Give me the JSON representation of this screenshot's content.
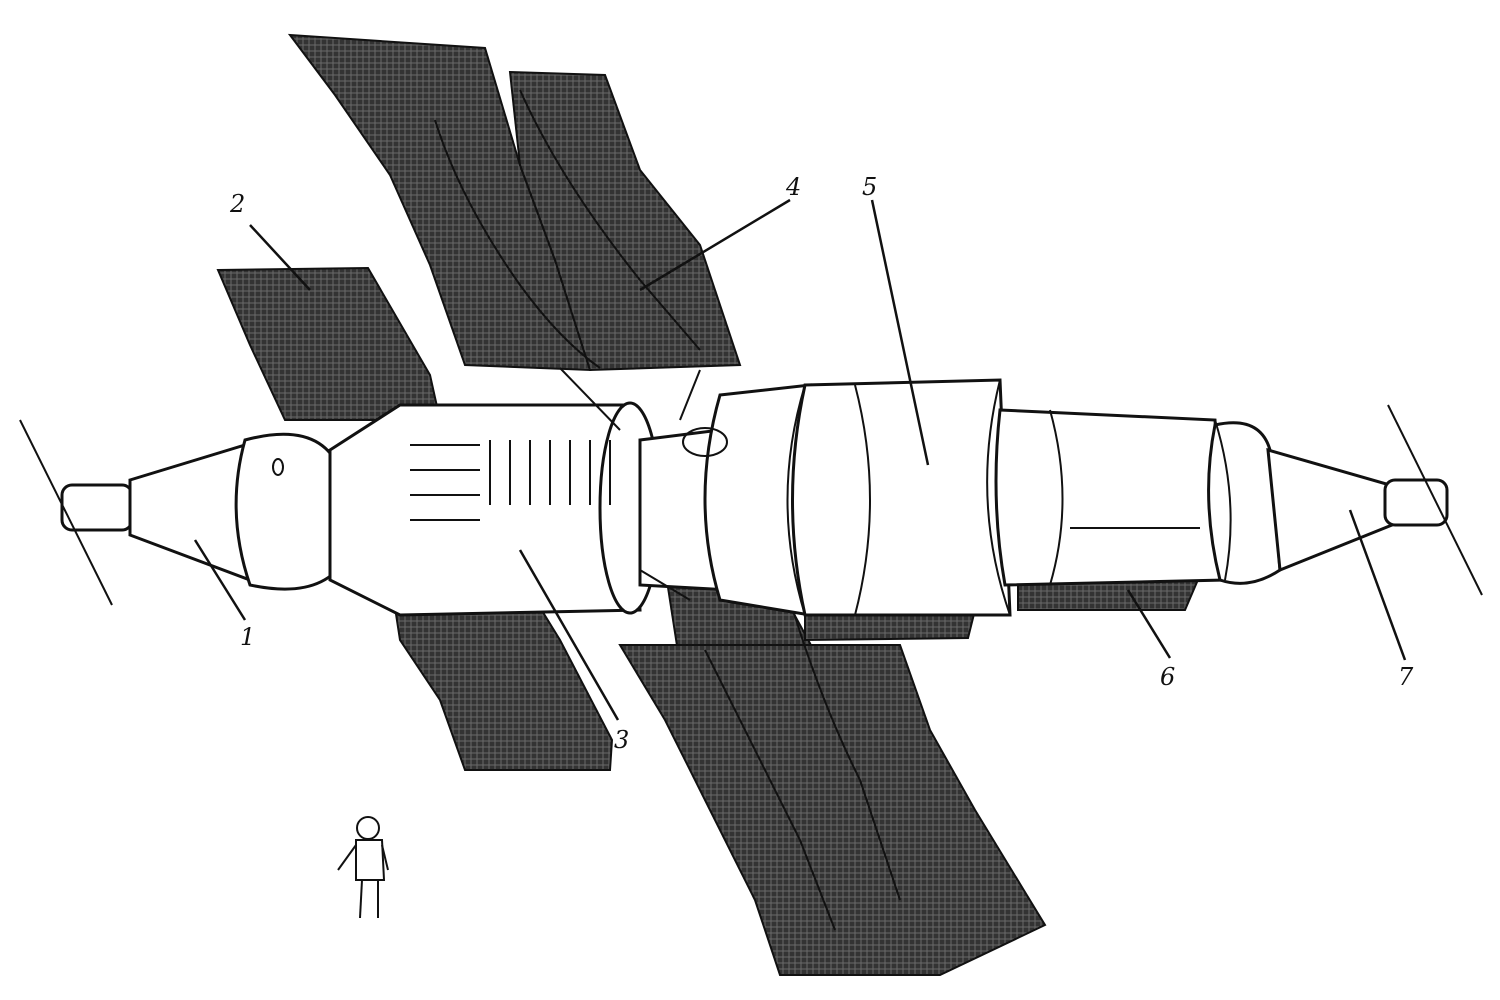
{
  "diagram": {
    "callouts": [
      {
        "id": "callout-1",
        "label": "1"
      },
      {
        "id": "callout-2",
        "label": "2"
      },
      {
        "id": "callout-3",
        "label": "3"
      },
      {
        "id": "callout-4",
        "label": "4"
      },
      {
        "id": "callout-5",
        "label": "5"
      },
      {
        "id": "callout-6",
        "label": "6"
      },
      {
        "id": "callout-7",
        "label": "7"
      }
    ],
    "colors": {
      "ink": "#111111",
      "panel": "#3a3a3a",
      "hull": "#ffffff",
      "background": "#ffffff"
    }
  }
}
